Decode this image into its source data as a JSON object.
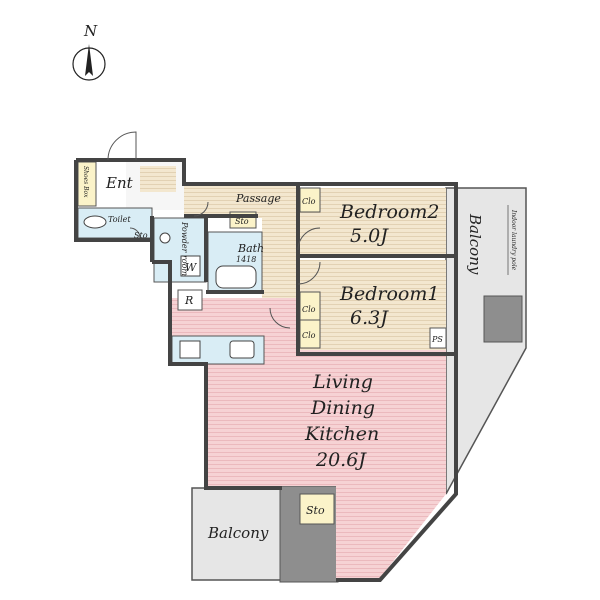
{
  "compass": {
    "label": "N"
  },
  "rooms": {
    "entrance": "Ent",
    "shoes_box": "Shoes Box",
    "toilet": "Toilet",
    "toilet_storage": "Sto",
    "passage": "Passage",
    "passage_storage": "Sto",
    "powder_room": "Powder room",
    "washer": "W",
    "bath": "Bath",
    "bath_size": "1418",
    "refrigerator": "R",
    "bedroom2_name": "Bedroom2",
    "bedroom2_size": "5.0J",
    "bedroom1_name": "Bedroom1",
    "bedroom1_size": "6.3J",
    "closet_bedroom2": "Clo",
    "closet_bedroom1_a": "Clo",
    "closet_bedroom1_b": "Clo",
    "pipe_space": "PS",
    "ldk_line1": "Living",
    "ldk_line2": "Dining",
    "ldk_line3": "Kitchen",
    "ldk_size": "20.6J",
    "ldk_storage": "Sto",
    "balcony_east": "Balcony",
    "balcony_east_note": "Indoor laundry pole",
    "balcony_south": "Balcony"
  },
  "colors": {
    "wall": "#444444",
    "bedroom_floor": "#f3e7cf",
    "ldk_floor": "#f6d2d4",
    "wet_area": "#d9edf5",
    "closet": "#fbf3c9",
    "balcony": "#e6e6e6",
    "balcony_block": "#8e8e8e"
  }
}
